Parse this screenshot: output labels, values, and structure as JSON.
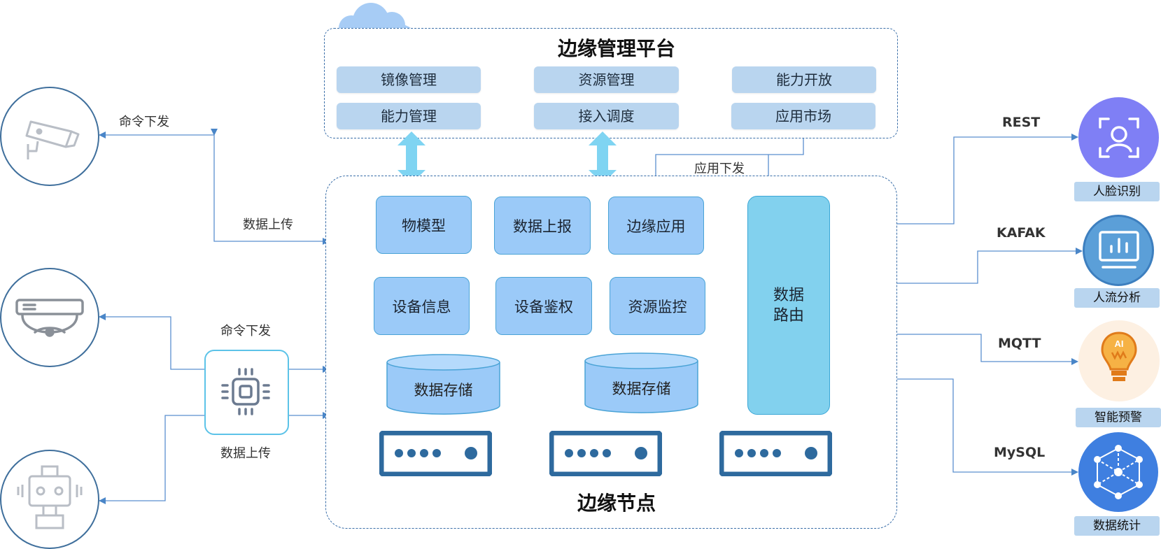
{
  "platform": {
    "title": "边缘管理平台",
    "modules": [
      "镜像管理",
      "资源管理",
      "能力开放",
      "能力管理",
      "接入调度",
      "应用市场"
    ]
  },
  "edge_node": {
    "title": "边缘节点",
    "modules": [
      "物模型",
      "数据上报",
      "边缘应用",
      "设备信息",
      "设备鉴权",
      "资源监控"
    ],
    "storage": [
      "数据存储",
      "数据存储"
    ],
    "router": {
      "line1": "数据",
      "line2": "路由"
    }
  },
  "labels": {
    "cmd_down_1": "命令下发",
    "data_up_1": "数据上传",
    "cmd_down_2": "命令下发",
    "data_up_2": "数据上传",
    "app_deploy": "应用下发"
  },
  "outputs": [
    {
      "protocol": "REST",
      "service": "人脸识别",
      "icon": "face-recognition-icon",
      "color": "#7f7ff5"
    },
    {
      "protocol": "KAFAK",
      "service": "人流分析",
      "icon": "crowd-analysis-monitor-icon",
      "color": "#5b9fd8"
    },
    {
      "protocol": "MQTT",
      "service": "智能预警",
      "icon": "ai-lightbulb-icon",
      "color": "#f09a2e"
    },
    {
      "protocol": "MySQL",
      "service": "数据统计",
      "icon": "data-network-icon",
      "color": "#3f7fe0"
    }
  ],
  "devices": [
    "surveillance-camera-icon",
    "dome-camera-icon",
    "robot-icon"
  ],
  "colors": {
    "accent": "#3a6ea8",
    "module_fill": "#9bcaf8",
    "mgmt_fill": "#b9d5ef",
    "router_fill": "#82d1ee",
    "line": "#5b8fcf"
  }
}
